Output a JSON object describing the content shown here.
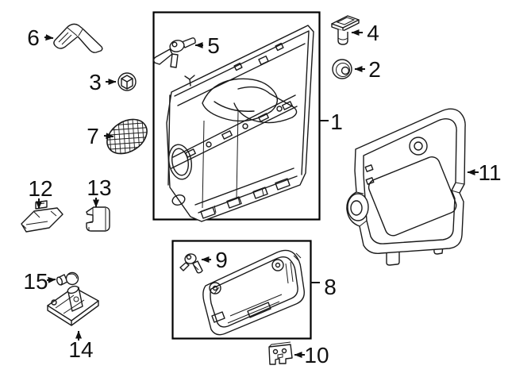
{
  "diagram": {
    "background_color": "#ffffff",
    "line_color": "#1a1a1a",
    "frame_color": "#000000",
    "callouts": [
      {
        "num": "1"
      },
      {
        "num": "2"
      },
      {
        "num": "3"
      },
      {
        "num": "4"
      },
      {
        "num": "5"
      },
      {
        "num": "6"
      },
      {
        "num": "7"
      },
      {
        "num": "8"
      },
      {
        "num": "9"
      },
      {
        "num": "10"
      },
      {
        "num": "11"
      },
      {
        "num": "12"
      },
      {
        "num": "13"
      },
      {
        "num": "14"
      },
      {
        "num": "15"
      }
    ]
  }
}
